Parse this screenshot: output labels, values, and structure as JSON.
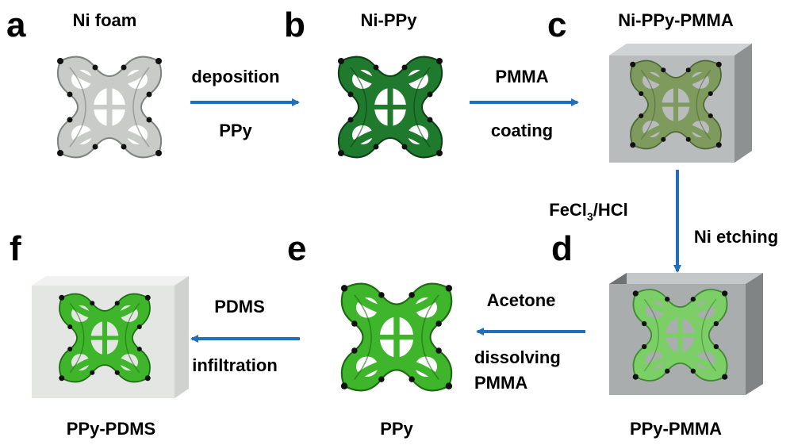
{
  "panels": [
    {
      "letter": "a",
      "title": "Ni foam"
    },
    {
      "letter": "b",
      "title": "Ni-PPy"
    },
    {
      "letter": "c",
      "title": "Ni-PPy-PMMA"
    },
    {
      "letter": "d",
      "title": "PPy-PMMA"
    },
    {
      "letter": "e",
      "title": "PPy"
    },
    {
      "letter": "f",
      "title": "PPy-PDMS"
    }
  ],
  "steps": {
    "a_to_b": {
      "top": "deposition",
      "bottom": "PPy"
    },
    "b_to_c": {
      "top": "PMMA",
      "bottom": "coating"
    },
    "c_to_d": {
      "reagent_prefix": "FeCl",
      "reagent_subscript": "3",
      "reagent_suffix": "/HCl",
      "action": "Ni etching"
    },
    "d_to_e": {
      "top": "Acetone",
      "bottom_line1": "dissolving",
      "bottom_line2": "PMMA"
    },
    "e_to_f": {
      "top": "PDMS",
      "bottom": "infiltration"
    }
  },
  "colors": {
    "arrow": "#1f6fbd",
    "ni_foam": "#c8cbc8",
    "ni_ppy": "#1f7a2e",
    "ni_ppy_pmma_cube": "#b9bcbd",
    "ni_ppy_pmma_foam": "#7e9a5c",
    "ppy_pmma_cube": "#a9adae",
    "ppy_pmma_foam": "#7ccf66",
    "ppy": "#3fb52b",
    "pdms_cube": "#e4e6e4",
    "pdms_foam": "#3fb52b"
  }
}
